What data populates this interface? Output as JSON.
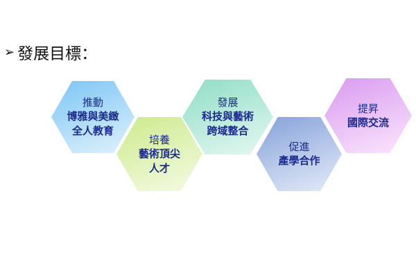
{
  "title": {
    "bullet": "➢",
    "text": "發展目標："
  },
  "goals": [
    {
      "verb": "推動",
      "lines": [
        "博雅與美緻",
        "全人教育"
      ],
      "color": "#8ccdf5"
    },
    {
      "verb": "培養",
      "lines": [
        "藝術頂尖",
        "人才"
      ],
      "color": "#d4ec9c"
    },
    {
      "verb": "發展",
      "lines": [
        "科技與藝術",
        "跨域整合"
      ],
      "color": "#9fe3d0"
    },
    {
      "verb": "促進",
      "lines": [
        "產學合作",
        ""
      ],
      "color": "#93acde"
    },
    {
      "verb": "提昇",
      "lines": [
        "國際交流",
        ""
      ],
      "color": "#e3a6f2"
    }
  ]
}
